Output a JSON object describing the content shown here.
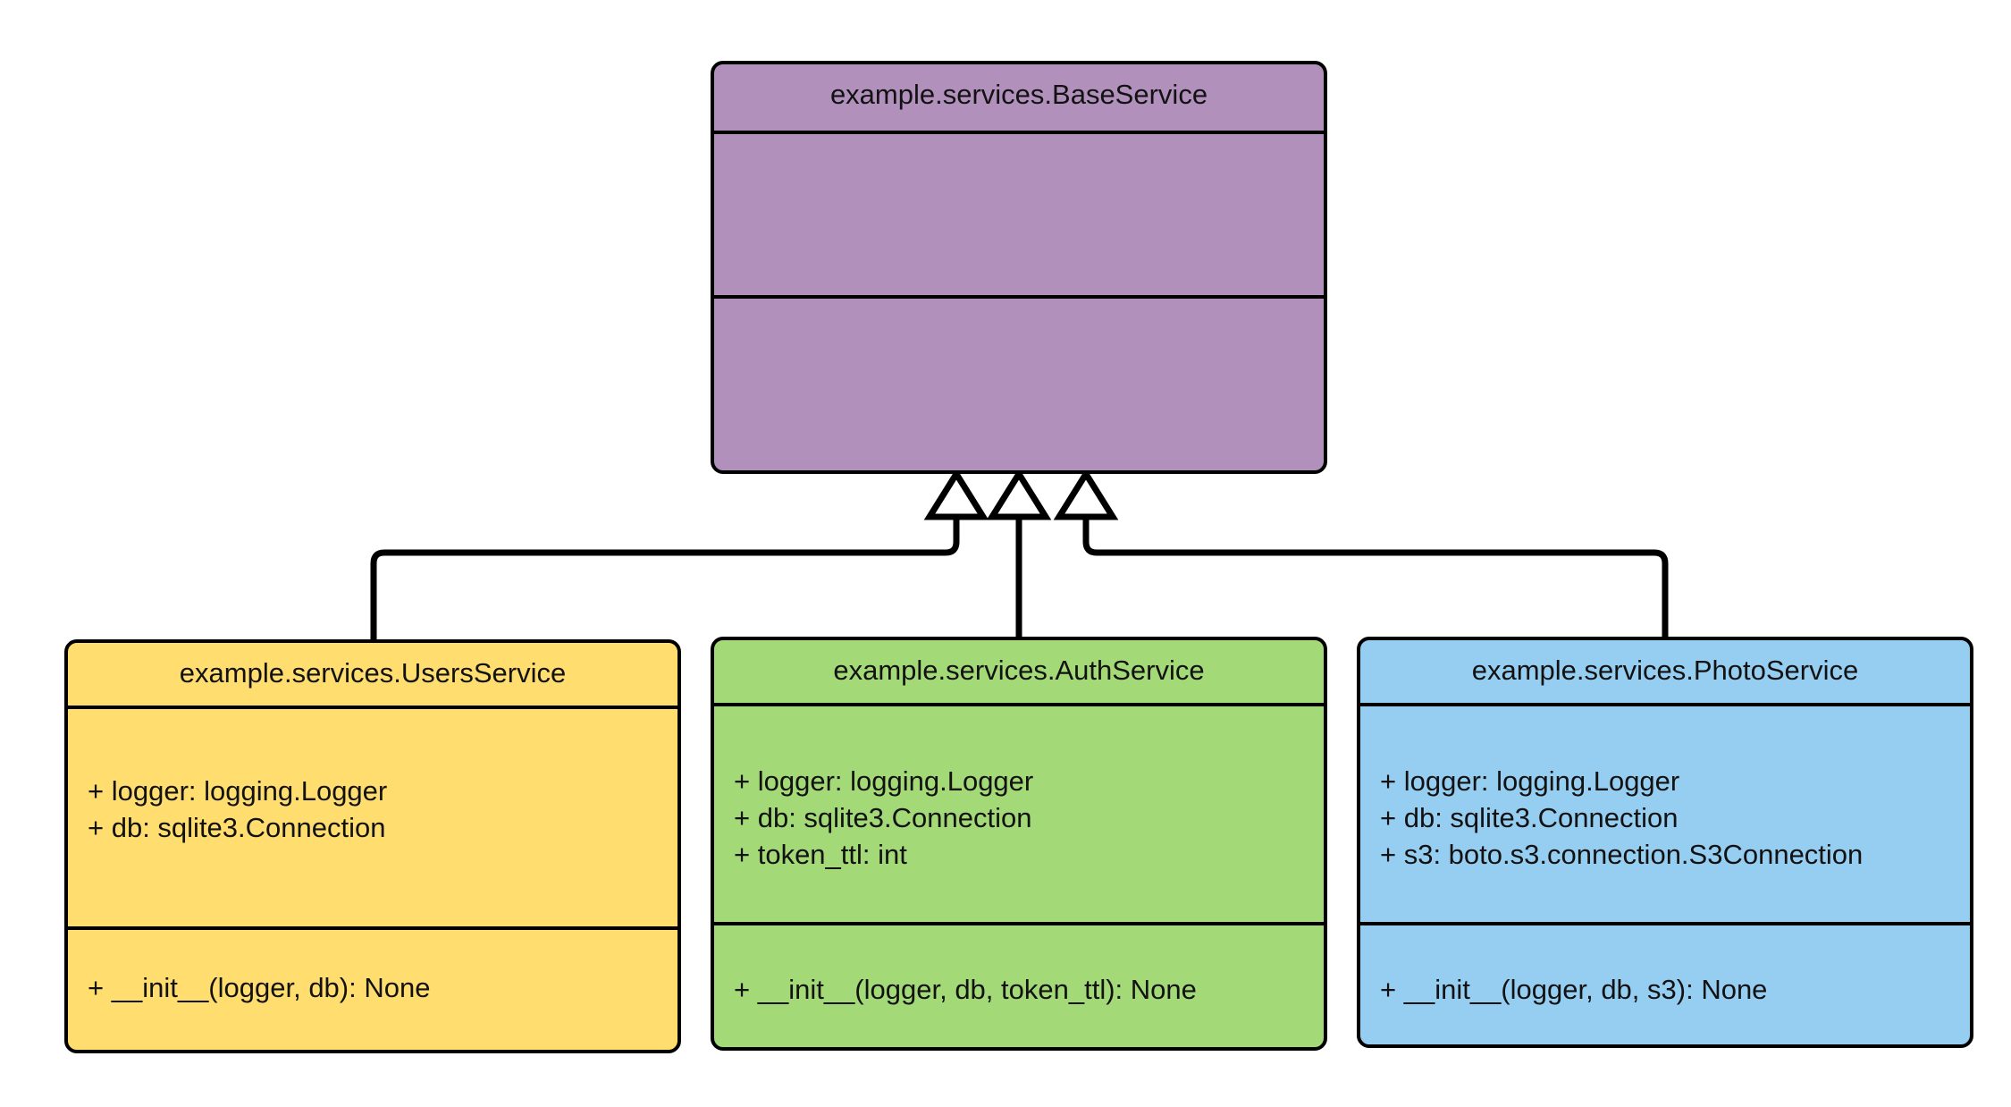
{
  "diagram": {
    "kind": "uml-class-diagram",
    "background_color": "#ffffff",
    "stroke_color": "#000000",
    "text_color": "#121212",
    "relationship_type": "generalization",
    "classes": [
      {
        "id": "base",
        "name": "example.services.BaseService",
        "fill_color": "#b191bc",
        "attributes": [],
        "methods": [],
        "attributes_text": "",
        "methods_text": ""
      },
      {
        "id": "users",
        "name": "example.services.UsersService",
        "fill_color": "#ffdd6e",
        "attributes": [
          "+ logger: logging.Logger",
          "+ db: sqlite3.Connection"
        ],
        "methods": [
          "+ __init__(logger, db): None"
        ]
      },
      {
        "id": "auth",
        "name": "example.services.AuthService",
        "fill_color": "#a3d977",
        "attributes": [
          "+ logger: logging.Logger",
          "+ db: sqlite3.Connection",
          "+ token_ttl: int"
        ],
        "methods": [
          "+ __init__(logger, db, token_ttl): None"
        ]
      },
      {
        "id": "photo",
        "name": "example.services.PhotoService",
        "fill_color": "#96cef2",
        "attributes": [
          "+ logger: logging.Logger",
          "+ db: sqlite3.Connection",
          "+ s3: boto.s3.connection.S3Connection"
        ],
        "methods": [
          "+ __init__(logger, db, s3): None"
        ]
      }
    ],
    "relationships": [
      {
        "id": "users-to-base",
        "from": "example.services.UsersService",
        "to": "example.services.BaseService",
        "type": "inheritance",
        "arrow": "hollow-triangle"
      },
      {
        "id": "auth-to-base",
        "from": "example.services.AuthService",
        "to": "example.services.BaseService",
        "type": "inheritance",
        "arrow": "hollow-triangle"
      },
      {
        "id": "photo-to-base",
        "from": "example.services.PhotoService",
        "to": "example.services.BaseService",
        "type": "inheritance",
        "arrow": "hollow-triangle"
      }
    ]
  }
}
